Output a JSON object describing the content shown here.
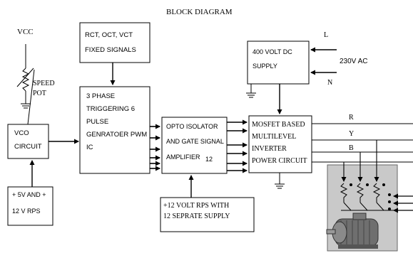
{
  "title": "BLOCK DIAGRAM",
  "vcc": "VCC",
  "speed_pot": [
    "SPEED",
    "POT"
  ],
  "vco": [
    "VCO",
    "CIRCUIT"
  ],
  "power_rps": [
    "+ 5V AND +",
    "12 V RPS"
  ],
  "fixed_signals": [
    "RCT, OCT, VCT",
    "FIXED SIGNALS"
  ],
  "pwm": [
    "3 PHASE",
    "TRIGGERING 6",
    "PULSE",
    "GENRATOER PWM",
    "IC"
  ],
  "opto": [
    "OPTO ISOLATOR",
    "AND GATE SIGNAL",
    "AMPLIFIER"
  ],
  "opto_number": "12",
  "rps12": [
    "+12 VOLT RPS WITH",
    "12 SEPRATE SUPPLY"
  ],
  "dc_supply": [
    "400 VOLT DC",
    "SUPPLY"
  ],
  "ac_input": "230V AC",
  "ac_l": "L",
  "ac_n": "N",
  "inverter": [
    "MOSFET BASED",
    "MULTILEVEL",
    "INVERTER",
    "POWER CIRCUIT"
  ],
  "phases": [
    "R",
    "Y",
    "B"
  ]
}
